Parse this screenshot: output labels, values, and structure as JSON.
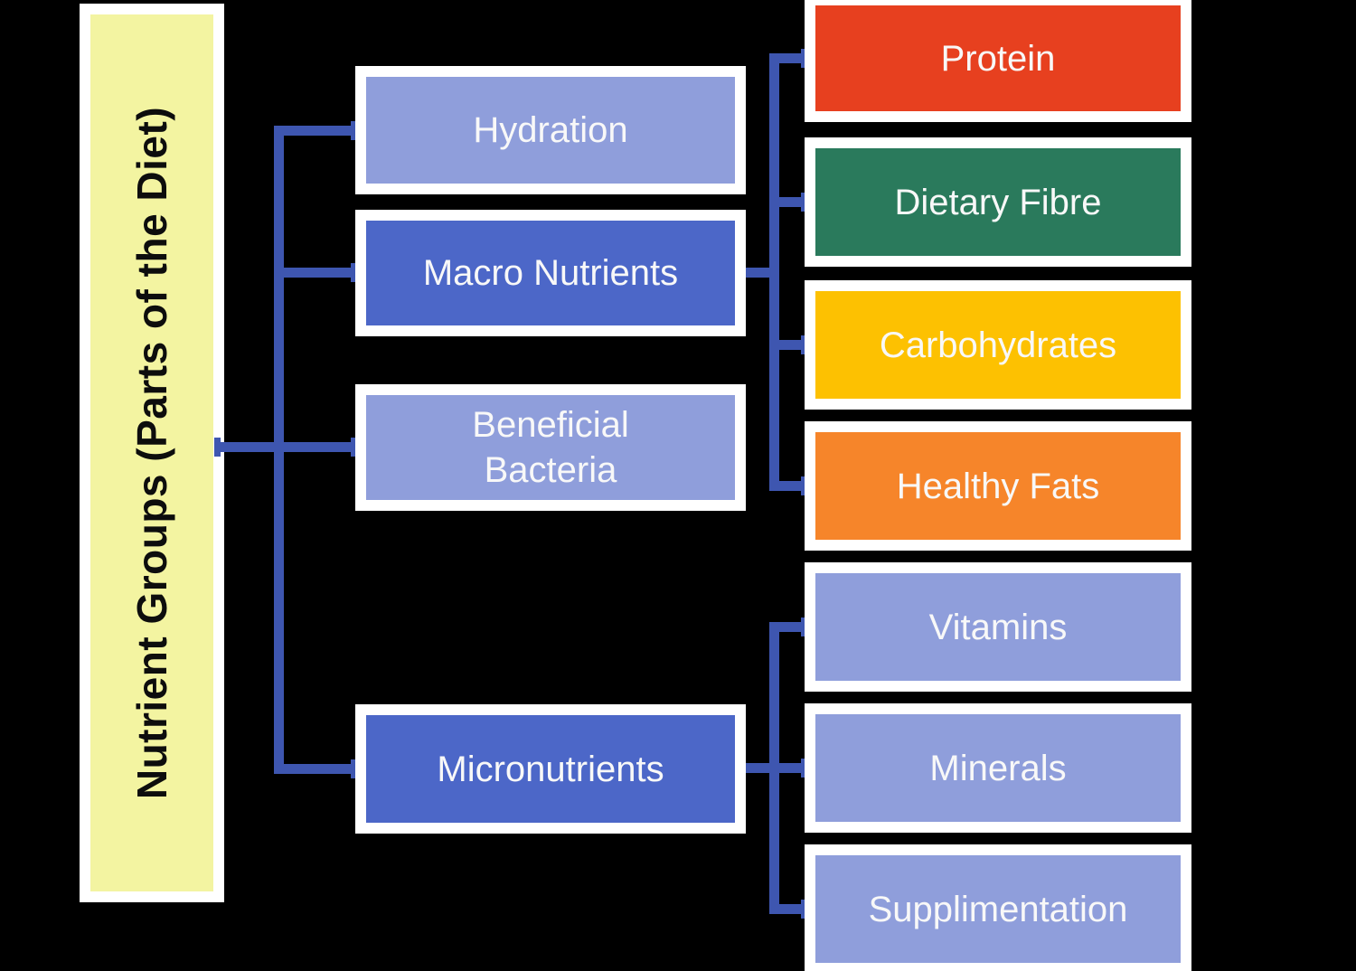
{
  "background": "#000000",
  "title": {
    "text": "Nutrient Groups (Parts of the Diet)",
    "fill": "#F3F4A1",
    "text_color": "#0d0d0d"
  },
  "colors": {
    "connector": "#3E56B0",
    "frame": "#FFFFFF",
    "label_text": "#F8F8F8",
    "periwinkle": "#8F9EDB",
    "dark_blue": "#4C67C8",
    "red": "#E7401F",
    "green": "#2A7A5C",
    "gold": "#FDC101",
    "orange": "#F6852A"
  },
  "nodes": {
    "middle": [
      {
        "id": "hydration",
        "label": "Hydration",
        "fill": "#8F9EDB"
      },
      {
        "id": "macro-nutrients",
        "label": "Macro Nutrients",
        "fill": "#4C67C8"
      },
      {
        "id": "beneficial-bacteria",
        "label": "Beneficial Bacteria",
        "fill": "#8F9EDB"
      },
      {
        "id": "micronutrients",
        "label": "Micronutrients",
        "fill": "#4C67C8"
      }
    ],
    "right": [
      {
        "id": "protein",
        "label": "Protein",
        "fill": "#E7401F"
      },
      {
        "id": "dietary-fibre",
        "label": "Dietary Fibre",
        "fill": "#2A7A5C"
      },
      {
        "id": "carbohydrates",
        "label": "Carbohydrates",
        "fill": "#FDC101"
      },
      {
        "id": "healthy-fats",
        "label": "Healthy Fats",
        "fill": "#F6852A"
      },
      {
        "id": "vitamins",
        "label": "Vitamins",
        "fill": "#8F9EDB"
      },
      {
        "id": "minerals",
        "label": "Minerals",
        "fill": "#8F9EDB"
      },
      {
        "id": "supplimentation",
        "label": "Supplimentation",
        "fill": "#8F9EDB"
      }
    ]
  },
  "edges": [
    {
      "from": "nutrient-groups",
      "to": "hydration"
    },
    {
      "from": "nutrient-groups",
      "to": "macro-nutrients"
    },
    {
      "from": "nutrient-groups",
      "to": "beneficial-bacteria"
    },
    {
      "from": "nutrient-groups",
      "to": "micronutrients"
    },
    {
      "from": "macro-nutrients",
      "to": "protein"
    },
    {
      "from": "macro-nutrients",
      "to": "dietary-fibre"
    },
    {
      "from": "macro-nutrients",
      "to": "carbohydrates"
    },
    {
      "from": "macro-nutrients",
      "to": "healthy-fats"
    },
    {
      "from": "micronutrients",
      "to": "vitamins"
    },
    {
      "from": "micronutrients",
      "to": "minerals"
    },
    {
      "from": "micronutrients",
      "to": "supplimentation"
    }
  ]
}
